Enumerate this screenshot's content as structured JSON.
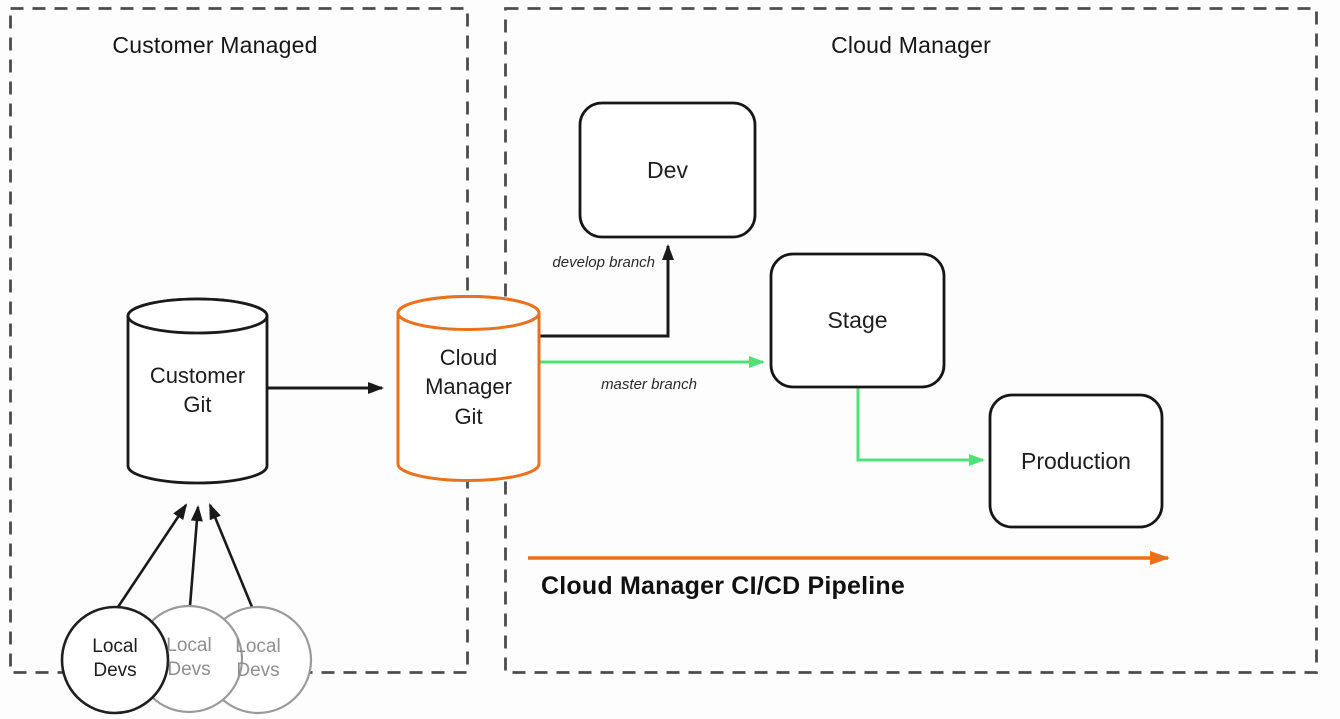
{
  "diagram": {
    "left_panel": {
      "title": "Customer Managed",
      "customer_git_label": "Customer\nGit",
      "local_devs": [
        {
          "label": "Local\nDevs"
        },
        {
          "label": "Local\nDevs"
        },
        {
          "label": "Local\nDevs"
        }
      ]
    },
    "right_panel": {
      "title": "Cloud Manager",
      "cloud_manager_git_label": "Cloud\nManager\nGit",
      "environments": [
        {
          "label": "Dev"
        },
        {
          "label": "Stage"
        },
        {
          "label": "Production"
        }
      ],
      "edge_labels": {
        "develop": "develop branch",
        "master": "master branch"
      },
      "pipeline_label": "Cloud Manager CI/CD Pipeline"
    },
    "colors": {
      "node_stroke": "#1a1a1a",
      "dashed_border": "#4d4d4d",
      "git_highlight_orange": "#E8721F",
      "branch_green": "#4FE076",
      "pipeline_orange": "#E8711E",
      "secondary_gray": "#999999"
    }
  }
}
